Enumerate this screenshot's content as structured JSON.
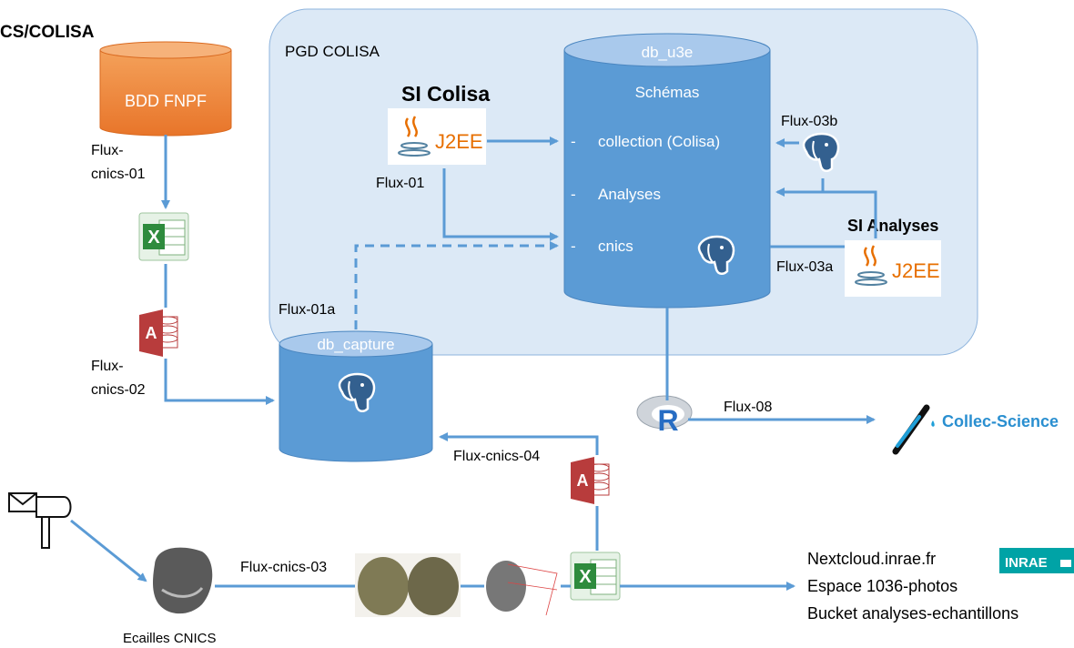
{
  "title": "CS/COLISA",
  "pgd_label": "PGD COLISA",
  "bdd_fnpf": "BDD FNPF",
  "db_u3e": {
    "name": "db_u3e",
    "schemas_title": "Schémas",
    "items": [
      "collection (Colisa)",
      "Analyses",
      "cnics"
    ],
    "bullet": "-"
  },
  "db_capture": "db_capture",
  "si_colisa": "SI Colisa",
  "si_analyses": "SI Analyses",
  "j2ee": "J2EE",
  "collec_science": "Collec-Science",
  "ecailles": "Ecailles CNICS",
  "nextcloud": [
    "Nextcloud.inrae.fr",
    "Espace 1036-photos",
    "Bucket analyses-echantillons"
  ],
  "inrae": "INRAE",
  "flows": {
    "flux_cnics_01": [
      "Flux-",
      "cnics-01"
    ],
    "flux_cnics_02": [
      "Flux-",
      "cnics-02"
    ],
    "flux_01": "Flux-01",
    "flux_01a": "Flux-01a",
    "flux_03a": "Flux-03a",
    "flux_03b": "Flux-03b",
    "flux_08": "Flux-08",
    "flux_cnics_03": "Flux-cnics-03",
    "flux_cnics_04": "Flux-cnics-04"
  },
  "colors": {
    "cylinder": "#5b9bd5",
    "cylinder_top": "#a9c9ec",
    "arrow": "#5b9bd5",
    "bdd": "#ed7d31",
    "panel": "#dce9f6",
    "access": "#b83c3c",
    "excel": "#2e8b3d",
    "java": "#e76f00"
  }
}
